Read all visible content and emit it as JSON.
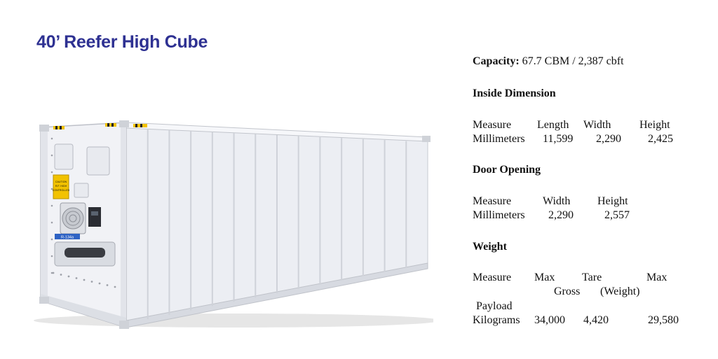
{
  "title": "40’ Reefer High Cube",
  "capacity": {
    "label": "Capacity:",
    "value": "67.7 CBM / 2,387 cbft"
  },
  "inside_dimension": {
    "heading": "Inside Dimension",
    "headers": [
      "Measure",
      "Length",
      "Width",
      "Height"
    ],
    "row": [
      "Millimeters",
      "11,599",
      "2,290",
      "2,425"
    ]
  },
  "door_opening": {
    "heading": "Door Opening",
    "headers": [
      "Measure",
      "Width",
      "Height"
    ],
    "row": [
      "Millimeters",
      "2,290",
      "2,557"
    ]
  },
  "weight": {
    "heading": "Weight",
    "headers_line1": [
      "Measure",
      "Max",
      "Tare",
      "Max"
    ],
    "headers_line2": [
      "Gross",
      "(Weight)"
    ],
    "headers_line3": "Payload",
    "row": [
      "Kilograms",
      "34,000",
      "4,420",
      "29,580"
    ]
  },
  "container": {
    "decal_line1": "CAUTION",
    "decal_line2": "R.F. HIGH",
    "decal_line3": "CONTROLLED",
    "refrigerant_label": "R-134a",
    "color_body": "#eceef3",
    "color_warning": "#f2c200"
  }
}
